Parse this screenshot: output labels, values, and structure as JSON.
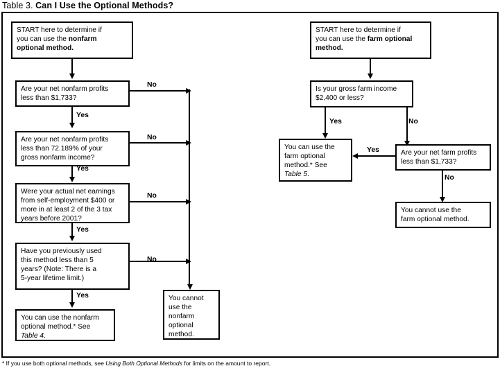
{
  "title": {
    "prefix": "Table 3.",
    "question": "Can I Use the Optional Methods?"
  },
  "footnote": {
    "marker": "*",
    "text_before": " If you use both optional methods, see ",
    "italic_ref": "Using Both Optional Methods",
    "text_after": " for limits on the amount to report."
  },
  "colors": {
    "ink": "#000000",
    "paper": "#ffffff"
  },
  "nonfarm_branch": {
    "start": {
      "line1": "START here to determine if",
      "line2_plain": "you can use the ",
      "line2_bold": "nonfarm",
      "line3_bold": "optional method."
    },
    "q1": {
      "line1": "Are your net nonfarm profits",
      "line2": "less than $1,733?"
    },
    "q2": {
      "line1": "Are your net nonfarm profits",
      "line2": "less than 72.189% of your",
      "line3": "gross nonfarm income?"
    },
    "q3": {
      "line1": "Were your actual net earnings",
      "line2": "from self-employment $400 or",
      "line3": "more in at least 2 of the 3 tax",
      "line4": "years before 2001?"
    },
    "q4": {
      "line1": "Have you previously used",
      "line2": "this method less than 5",
      "line3": "years? (Note: There is a",
      "line4": "5-year lifetime limit.)"
    },
    "result_yes": {
      "line1": "You can use the nonfarm",
      "line2": "optional method.* See",
      "line3_italic": "Table 4",
      "line3_tail": "."
    },
    "result_no": {
      "line1": "You cannot",
      "line2": "use the",
      "line3": "nonfarm",
      "line4": "optional",
      "line5": "method."
    },
    "labels": {
      "no1": "No",
      "no2": "No",
      "no3": "No",
      "no4": "No",
      "yes1": "Yes",
      "yes2": "Yes",
      "yes3": "Yes",
      "yes4": "Yes"
    }
  },
  "farm_branch": {
    "start": {
      "line1": "START here to determine if",
      "line2_plain": "you can use the ",
      "line2_bold": "farm optional",
      "line3_bold": "method."
    },
    "q1": {
      "line1": "Is your gross farm income",
      "line2": "$2,400 or less?"
    },
    "q2": {
      "line1": "Are your net farm profits",
      "line2": "less than $1,733?"
    },
    "result_can": {
      "line1": "You can use the",
      "line2": "farm optional",
      "line3": "method.* See",
      "line4_italic": "Table 5",
      "line4_tail": "."
    },
    "result_cannot": {
      "line1": "You cannot use the",
      "line2": "farm optional method."
    },
    "labels": {
      "yes1": "Yes",
      "no1": "No",
      "yes2": "Yes",
      "no2": "No"
    }
  }
}
